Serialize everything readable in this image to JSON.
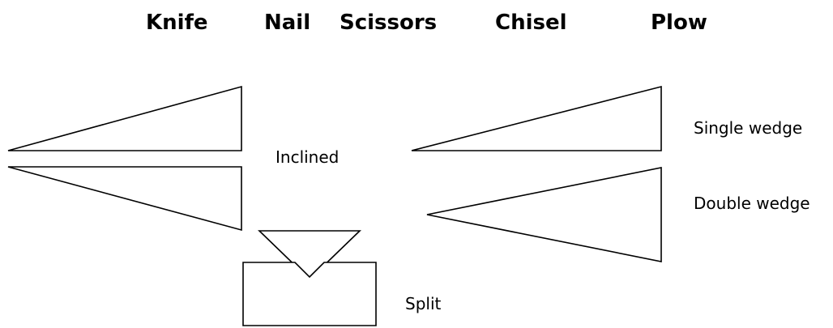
{
  "tools": {
    "knife": "Knife",
    "nail": "Nail",
    "scissors": "Scissors",
    "chisel": "Chisel",
    "plow": "Plow"
  },
  "labels": {
    "inclined": "Inclined",
    "single_wedge": "Single wedge",
    "double_wedge": "Double wedge",
    "split": "Split"
  },
  "colors": {
    "stroke": "#000000",
    "fill": "#ffffff"
  }
}
